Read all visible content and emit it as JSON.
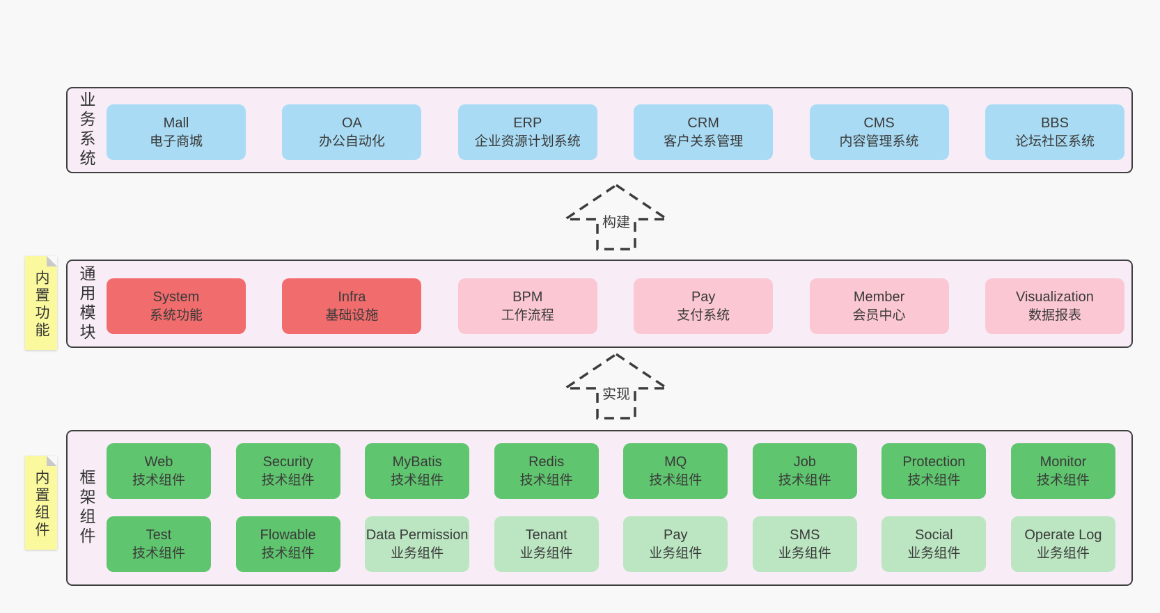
{
  "colors": {
    "page_background": "#f8f8f8",
    "layer_background": "#f8edf7",
    "layer_border": "#3f3f3f",
    "business_card": "#a9dcf4",
    "core_module_card": "#f16c6c",
    "module_card": "#fbc7d2",
    "tech_component_card": "#5fc56e",
    "biz_component_card": "#bce6c2",
    "sticky_note": "#fbf99e"
  },
  "arrows": {
    "build_label": "构建",
    "implement_label": "实现"
  },
  "layers": {
    "business": {
      "label": "业务系统",
      "items": [
        {
          "name": "Mall",
          "desc": "电子商城"
        },
        {
          "name": "OA",
          "desc": "办公自动化"
        },
        {
          "name": "ERP",
          "desc": "企业资源计划系统"
        },
        {
          "name": "CRM",
          "desc": "客户关系管理"
        },
        {
          "name": "CMS",
          "desc": "内容管理系统"
        },
        {
          "name": "BBS",
          "desc": "论坛社区系统"
        }
      ]
    },
    "modules": {
      "label": "通用模块",
      "note": "内置功能",
      "items": [
        {
          "name": "System",
          "desc": "系统功能"
        },
        {
          "name": "Infra",
          "desc": "基础设施"
        },
        {
          "name": "BPM",
          "desc": "工作流程"
        },
        {
          "name": "Pay",
          "desc": "支付系统"
        },
        {
          "name": "Member",
          "desc": "会员中心"
        },
        {
          "name": "Visualization",
          "desc": "数据报表"
        }
      ]
    },
    "components": {
      "label": "框架组件",
      "note": "内置组件",
      "row1": [
        {
          "name": "Web",
          "desc": "技术组件"
        },
        {
          "name": "Security",
          "desc": "技术组件"
        },
        {
          "name": "MyBatis",
          "desc": "技术组件"
        },
        {
          "name": "Redis",
          "desc": "技术组件"
        },
        {
          "name": "MQ",
          "desc": "技术组件"
        },
        {
          "name": "Job",
          "desc": "技术组件"
        },
        {
          "name": "Protection",
          "desc": "技术组件"
        },
        {
          "name": "Monitor",
          "desc": "技术组件"
        }
      ],
      "row2": [
        {
          "name": "Test",
          "desc": "技术组件"
        },
        {
          "name": "Flowable",
          "desc": "技术组件"
        },
        {
          "name": "Data Permission",
          "desc": "业务组件"
        },
        {
          "name": "Tenant",
          "desc": "业务组件"
        },
        {
          "name": "Pay",
          "desc": "业务组件"
        },
        {
          "name": "SMS",
          "desc": "业务组件"
        },
        {
          "name": "Social",
          "desc": "业务组件"
        },
        {
          "name": "Operate Log",
          "desc": "业务组件"
        }
      ]
    }
  }
}
